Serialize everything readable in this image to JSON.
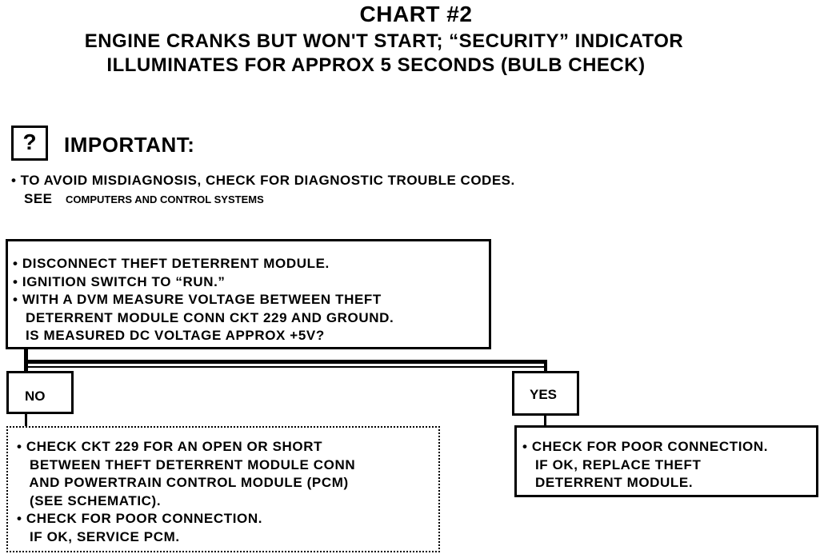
{
  "header": {
    "title": "CHART #2",
    "subtitle_line1": "ENGINE CRANKS BUT WON'T START; “SECURITY” INDICATOR",
    "subtitle_line2": "ILLUMINATES FOR APPROX 5 SECONDS (BULB CHECK)"
  },
  "important": {
    "icon_glyph": "?",
    "label": "IMPORTANT:",
    "note_line1": "• TO AVOID MISDIAGNOSIS, CHECK FOR DIAGNOSTIC TROUBLE CODES.",
    "note_see": "SEE",
    "note_ref": "COMPUTERS AND CONTROL SYSTEMS"
  },
  "question_box": {
    "lines": [
      "• DISCONNECT THEFT DETERRENT MODULE.",
      "• IGNITION SWITCH TO “RUN.”",
      "• WITH A DVM MEASURE VOLTAGE BETWEEN THEFT",
      "   DETERRENT MODULE CONN CKT 229 AND GROUND.",
      "   IS MEASURED DC VOLTAGE APPROX +5V?"
    ]
  },
  "branches": {
    "no_label": "NO",
    "yes_label": "YES"
  },
  "no_result": {
    "lines": [
      "• CHECK CKT 229 FOR AN OPEN OR SHORT",
      "   BETWEEN THEFT DETERRENT MODULE CONN",
      "   AND POWERTRAIN CONTROL MODULE (PCM)",
      "   (SEE SCHEMATIC).",
      "• CHECK FOR POOR CONNECTION.",
      "   IF OK, SERVICE PCM."
    ]
  },
  "yes_result": {
    "lines": [
      "• CHECK FOR POOR CONNECTION.",
      "   IF OK, REPLACE THEFT",
      "   DETERRENT MODULE."
    ]
  }
}
